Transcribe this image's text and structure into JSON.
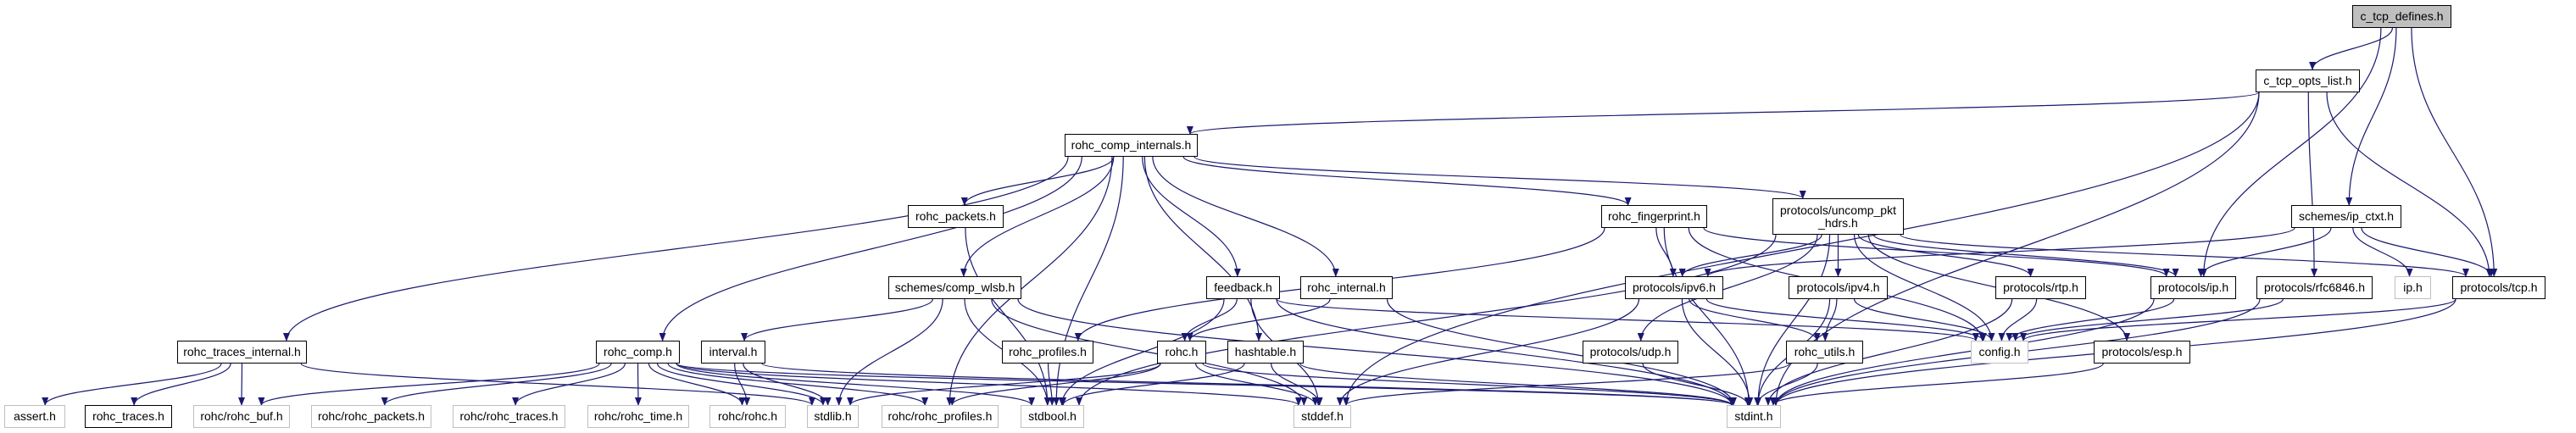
{
  "colors": {
    "edge": "#191970",
    "root_fill": "#bfbfbf",
    "external_border": "#bfbfbf",
    "node_border": "#000000"
  },
  "nodes": [
    {
      "id": "c_tcp_defines",
      "label": "c_tcp_defines.h",
      "kind": "root"
    },
    {
      "id": "c_tcp_opts_list",
      "label": "c_tcp_opts_list.h",
      "kind": "internal"
    },
    {
      "id": "rohc_comp_internals",
      "label": "rohc_comp_internals.h",
      "kind": "internal"
    },
    {
      "id": "uncomp_pkt_hdrs",
      "label": "protocols/uncomp_pkt\n_hdrs.h",
      "kind": "internal"
    },
    {
      "id": "rohc_packets",
      "label": "rohc_packets.h",
      "kind": "internal"
    },
    {
      "id": "rohc_fingerprint",
      "label": "rohc_fingerprint.h",
      "kind": "internal"
    },
    {
      "id": "ip_ctxt",
      "label": "schemes/ip_ctxt.h",
      "kind": "internal"
    },
    {
      "id": "comp_wlsb",
      "label": "schemes/comp_wlsb.h",
      "kind": "internal"
    },
    {
      "id": "feedback",
      "label": "feedback.h",
      "kind": "internal"
    },
    {
      "id": "rohc_internal",
      "label": "rohc_internal.h",
      "kind": "internal"
    },
    {
      "id": "ipv6",
      "label": "protocols/ipv6.h",
      "kind": "internal"
    },
    {
      "id": "ipv4",
      "label": "protocols/ipv4.h",
      "kind": "internal"
    },
    {
      "id": "rtp",
      "label": "protocols/rtp.h",
      "kind": "internal"
    },
    {
      "id": "pip",
      "label": "protocols/ip.h",
      "kind": "internal"
    },
    {
      "id": "rfc6846",
      "label": "protocols/rfc6846.h",
      "kind": "internal"
    },
    {
      "id": "iph",
      "label": "ip.h",
      "kind": "external"
    },
    {
      "id": "tcp",
      "label": "protocols/tcp.h",
      "kind": "internal"
    },
    {
      "id": "rohc_traces_internal",
      "label": "rohc_traces_internal.h",
      "kind": "internal"
    },
    {
      "id": "rohc_comp",
      "label": "rohc_comp.h",
      "kind": "internal"
    },
    {
      "id": "interval",
      "label": "interval.h",
      "kind": "internal"
    },
    {
      "id": "rohc_profiles",
      "label": "rohc_profiles.h",
      "kind": "internal"
    },
    {
      "id": "rohc",
      "label": "rohc.h",
      "kind": "internal"
    },
    {
      "id": "hashtable",
      "label": "hashtable.h",
      "kind": "internal"
    },
    {
      "id": "udp",
      "label": "protocols/udp.h",
      "kind": "internal"
    },
    {
      "id": "rohc_utils",
      "label": "rohc_utils.h",
      "kind": "internal"
    },
    {
      "id": "config",
      "label": "config.h",
      "kind": "external"
    },
    {
      "id": "esp",
      "label": "protocols/esp.h",
      "kind": "internal"
    },
    {
      "id": "assert",
      "label": "assert.h",
      "kind": "external"
    },
    {
      "id": "rohc_traces",
      "label": "rohc_traces.h",
      "kind": "internal"
    },
    {
      "id": "r_buf",
      "label": "rohc/rohc_buf.h",
      "kind": "external"
    },
    {
      "id": "r_packets",
      "label": "rohc/rohc_packets.h",
      "kind": "external"
    },
    {
      "id": "r_traces",
      "label": "rohc/rohc_traces.h",
      "kind": "external"
    },
    {
      "id": "r_time",
      "label": "rohc/rohc_time.h",
      "kind": "external"
    },
    {
      "id": "r_rohc",
      "label": "rohc/rohc.h",
      "kind": "external"
    },
    {
      "id": "stdlib",
      "label": "stdlib.h",
      "kind": "external"
    },
    {
      "id": "r_profiles",
      "label": "rohc/rohc_profiles.h",
      "kind": "external"
    },
    {
      "id": "stdbool",
      "label": "stdbool.h",
      "kind": "external"
    },
    {
      "id": "stddef",
      "label": "stddef.h",
      "kind": "external"
    },
    {
      "id": "stdint",
      "label": "stdint.h",
      "kind": "external"
    }
  ],
  "edges": [
    [
      "c_tcp_defines",
      "c_tcp_opts_list"
    ],
    [
      "c_tcp_defines",
      "pip"
    ],
    [
      "c_tcp_defines",
      "ip_ctxt"
    ],
    [
      "c_tcp_defines",
      "tcp"
    ],
    [
      "c_tcp_opts_list",
      "rohc_comp_internals"
    ],
    [
      "c_tcp_opts_list",
      "stddef"
    ],
    [
      "c_tcp_opts_list",
      "rfc6846"
    ],
    [
      "c_tcp_opts_list",
      "tcp"
    ],
    [
      "c_tcp_opts_list",
      "stdint"
    ],
    [
      "rohc_comp_internals",
      "rohc_traces_internal"
    ],
    [
      "rohc_comp_internals",
      "rohc_comp"
    ],
    [
      "rohc_comp_internals",
      "stdbool"
    ],
    [
      "rohc_comp_internals",
      "r_profiles"
    ],
    [
      "rohc_comp_internals",
      "rohc_packets"
    ],
    [
      "rohc_comp_internals",
      "comp_wlsb"
    ],
    [
      "rohc_comp_internals",
      "hashtable"
    ],
    [
      "rohc_comp_internals",
      "feedback"
    ],
    [
      "rohc_comp_internals",
      "rohc_internal"
    ],
    [
      "rohc_comp_internals",
      "rohc_fingerprint"
    ],
    [
      "rohc_comp_internals",
      "uncomp_pkt_hdrs"
    ],
    [
      "rohc_packets",
      "stdbool"
    ],
    [
      "comp_wlsb",
      "interval"
    ],
    [
      "comp_wlsb",
      "stdlib"
    ],
    [
      "comp_wlsb",
      "stdbool"
    ],
    [
      "comp_wlsb",
      "stddef"
    ],
    [
      "comp_wlsb",
      "stdint"
    ],
    [
      "interval",
      "r_rohc"
    ],
    [
      "interval",
      "stdlib"
    ],
    [
      "interval",
      "stdint"
    ],
    [
      "rohc_traces_internal",
      "assert"
    ],
    [
      "rohc_traces_internal",
      "rohc_traces"
    ],
    [
      "rohc_traces_internal",
      "r_buf"
    ],
    [
      "rohc_traces_internal",
      "stdlib"
    ],
    [
      "rohc_comp",
      "r_buf"
    ],
    [
      "rohc_comp",
      "r_packets"
    ],
    [
      "rohc_comp",
      "r_traces"
    ],
    [
      "rohc_comp",
      "r_time"
    ],
    [
      "rohc_comp",
      "r_rohc"
    ],
    [
      "rohc_comp",
      "stdlib"
    ],
    [
      "rohc_comp",
      "r_profiles"
    ],
    [
      "rohc_comp",
      "stdbool"
    ],
    [
      "rohc_comp",
      "stddef"
    ],
    [
      "rohc_comp",
      "stdint"
    ],
    [
      "feedback",
      "rohc"
    ],
    [
      "feedback",
      "stdbool"
    ],
    [
      "feedback",
      "stddef"
    ],
    [
      "feedback",
      "stdint"
    ],
    [
      "feedback",
      "config"
    ],
    [
      "rohc_internal",
      "rohc"
    ],
    [
      "rohc_internal",
      "stdint"
    ],
    [
      "rohc",
      "stdlib"
    ],
    [
      "rohc",
      "r_profiles"
    ],
    [
      "rohc",
      "stddef"
    ],
    [
      "rohc",
      "stdint"
    ],
    [
      "hashtable",
      "stdbool"
    ],
    [
      "hashtable",
      "stddef"
    ],
    [
      "hashtable",
      "stdint"
    ],
    [
      "rohc_profiles",
      "stdbool"
    ],
    [
      "rohc_fingerprint",
      "rohc_profiles"
    ],
    [
      "rohc_fingerprint",
      "ipv6"
    ],
    [
      "rohc_fingerprint",
      "stdint"
    ],
    [
      "rohc_fingerprint",
      "config"
    ],
    [
      "rohc_fingerprint",
      "pip"
    ],
    [
      "uncomp_pkt_hdrs",
      "ipv6"
    ],
    [
      "uncomp_pkt_hdrs",
      "ipv4"
    ],
    [
      "uncomp_pkt_hdrs",
      "rtp"
    ],
    [
      "uncomp_pkt_hdrs",
      "pip"
    ],
    [
      "uncomp_pkt_hdrs",
      "tcp"
    ],
    [
      "uncomp_pkt_hdrs",
      "udp"
    ],
    [
      "uncomp_pkt_hdrs",
      "esp"
    ],
    [
      "uncomp_pkt_hdrs",
      "config"
    ],
    [
      "uncomp_pkt_hdrs",
      "stdint"
    ],
    [
      "uncomp_pkt_hdrs",
      "stdbool"
    ],
    [
      "ip_ctxt",
      "ipv6"
    ],
    [
      "ip_ctxt",
      "pip"
    ],
    [
      "ip_ctxt",
      "iph"
    ],
    [
      "ip_ctxt",
      "tcp"
    ],
    [
      "ipv6",
      "rohc_utils"
    ],
    [
      "ipv6",
      "config"
    ],
    [
      "ipv6",
      "stdint"
    ],
    [
      "ipv6",
      "stddef"
    ],
    [
      "ipv4",
      "rohc_utils"
    ],
    [
      "ipv4",
      "config"
    ],
    [
      "ipv4",
      "stdint"
    ],
    [
      "rtp",
      "config"
    ],
    [
      "rtp",
      "stdint"
    ],
    [
      "pip",
      "config"
    ],
    [
      "pip",
      "stdint"
    ],
    [
      "rfc6846",
      "config"
    ],
    [
      "rfc6846",
      "stdint"
    ],
    [
      "tcp",
      "config"
    ],
    [
      "tcp",
      "stdint"
    ],
    [
      "esp",
      "stdint"
    ],
    [
      "udp",
      "stdint"
    ],
    [
      "rohc_utils",
      "stdint"
    ],
    [
      "rohc_utils",
      "stddef"
    ]
  ]
}
